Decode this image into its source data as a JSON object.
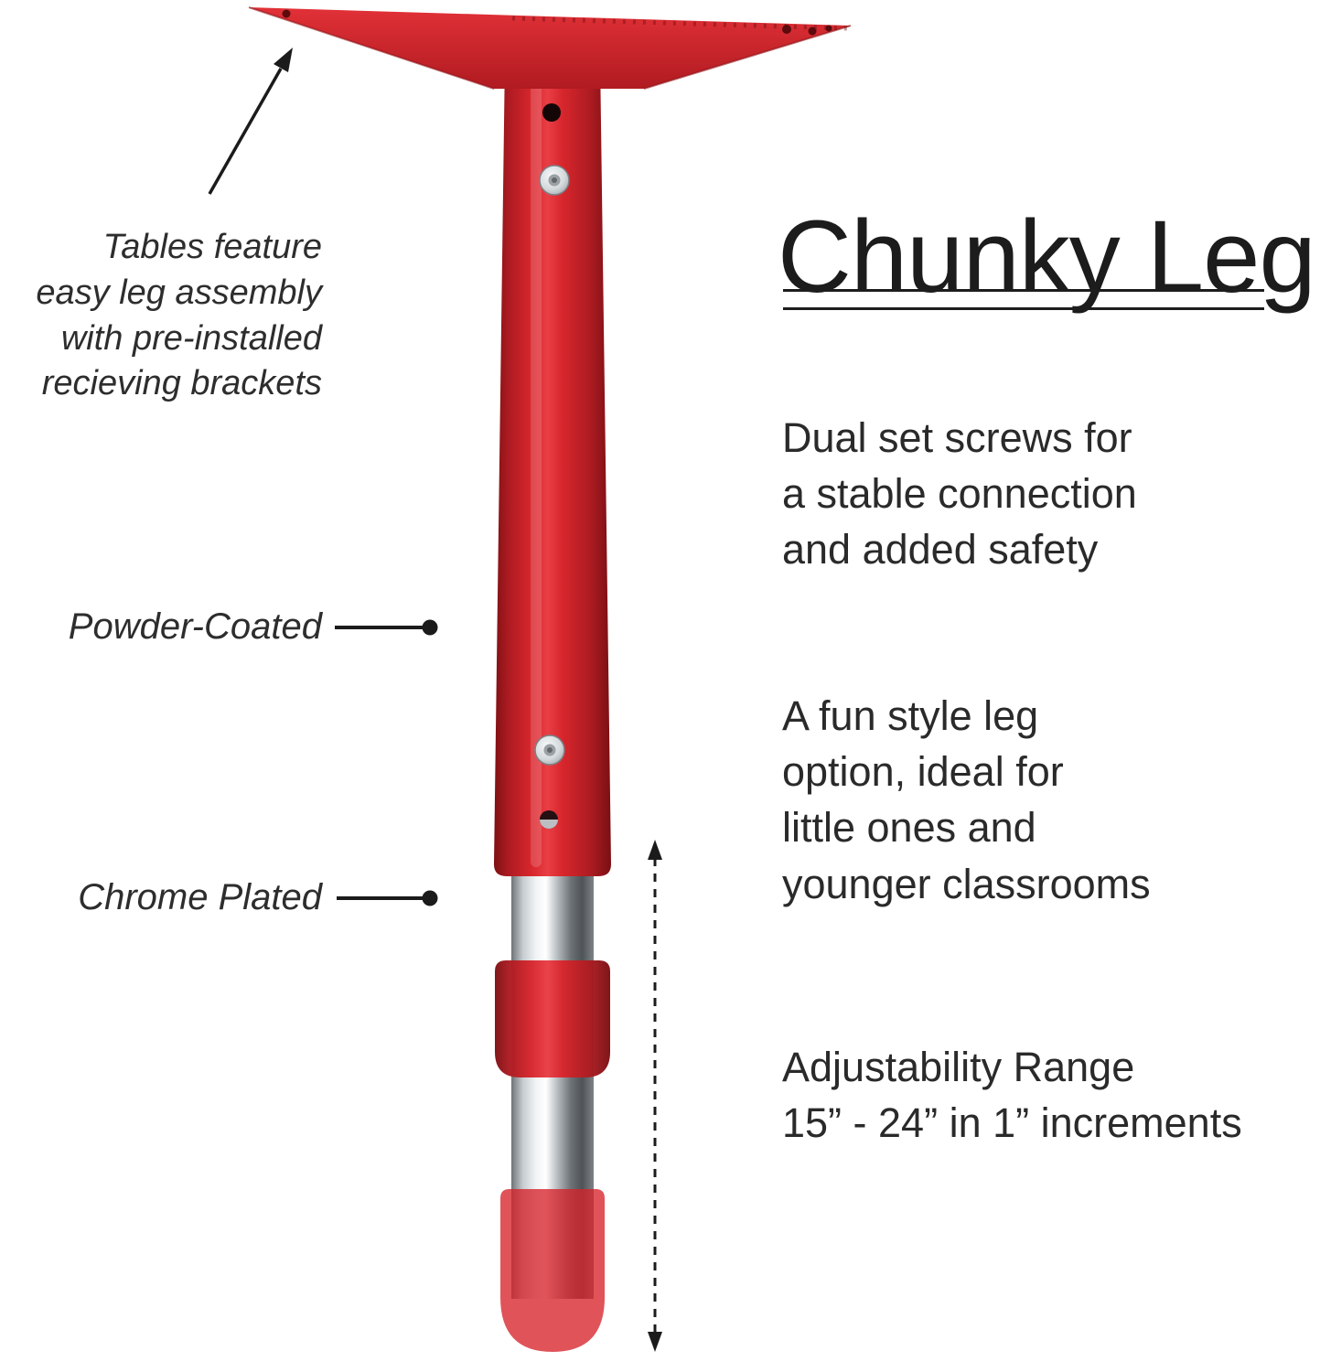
{
  "title": "Chunky Leg",
  "colors": {
    "brand_red": "#d6232a",
    "chrome": "#c9ced2",
    "text": "#2a2a2a",
    "line": "#1b1b1b"
  },
  "left_callouts": {
    "bracket_note": {
      "lines": [
        "Tables feature",
        "easy leg assembly",
        "with pre-installed",
        "recieving brackets"
      ]
    },
    "powder_coated": "Powder-Coated",
    "chrome_plated": "Chrome Plated"
  },
  "features": {
    "dual_screws": {
      "lines": [
        "Dual set screws for",
        "a stable connection",
        "and added safety"
      ]
    },
    "fun_style": {
      "lines": [
        "A fun style leg",
        "option, ideal for",
        "little ones and",
        "younger classrooms"
      ]
    },
    "adjustability": {
      "lines": [
        "Adjustability Range",
        "15” - 24” in 1” increments"
      ]
    }
  }
}
